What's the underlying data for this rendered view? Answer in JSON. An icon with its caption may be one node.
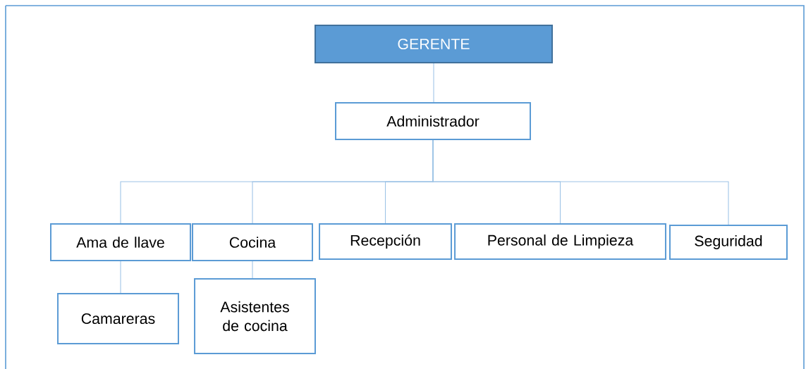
{
  "diagram": {
    "nodes": [
      {
        "text": [
          "GERENTE"
        ]
      },
      {
        "text": [
          "Administrador"
        ]
      },
      {
        "text": [
          "Ama de llave"
        ]
      },
      {
        "text": [
          "Cocina"
        ]
      },
      {
        "text": [
          "Recepción"
        ]
      },
      {
        "text": [
          "Personal de Limpieza"
        ]
      },
      {
        "text": [
          "Seguridad"
        ]
      },
      {
        "text": [
          "Camareras"
        ]
      },
      {
        "text": [
          "Asistentes de cocina"
        ]
      }
    ],
    "edges": [
      {
        "from": 0,
        "to": 1,
        "arrow": "none"
      },
      {
        "from": 1,
        "to": 2,
        "arrow": "none"
      },
      {
        "from": 1,
        "to": 3,
        "arrow": "none"
      },
      {
        "from": 1,
        "to": 4,
        "arrow": "none"
      },
      {
        "from": 1,
        "to": 5,
        "arrow": "none"
      },
      {
        "from": 1,
        "to": 6,
        "arrow": "none"
      },
      {
        "from": 2,
        "to": 7,
        "arrow": "none"
      },
      {
        "from": 3,
        "to": 8,
        "arrow": "none"
      }
    ]
  }
}
